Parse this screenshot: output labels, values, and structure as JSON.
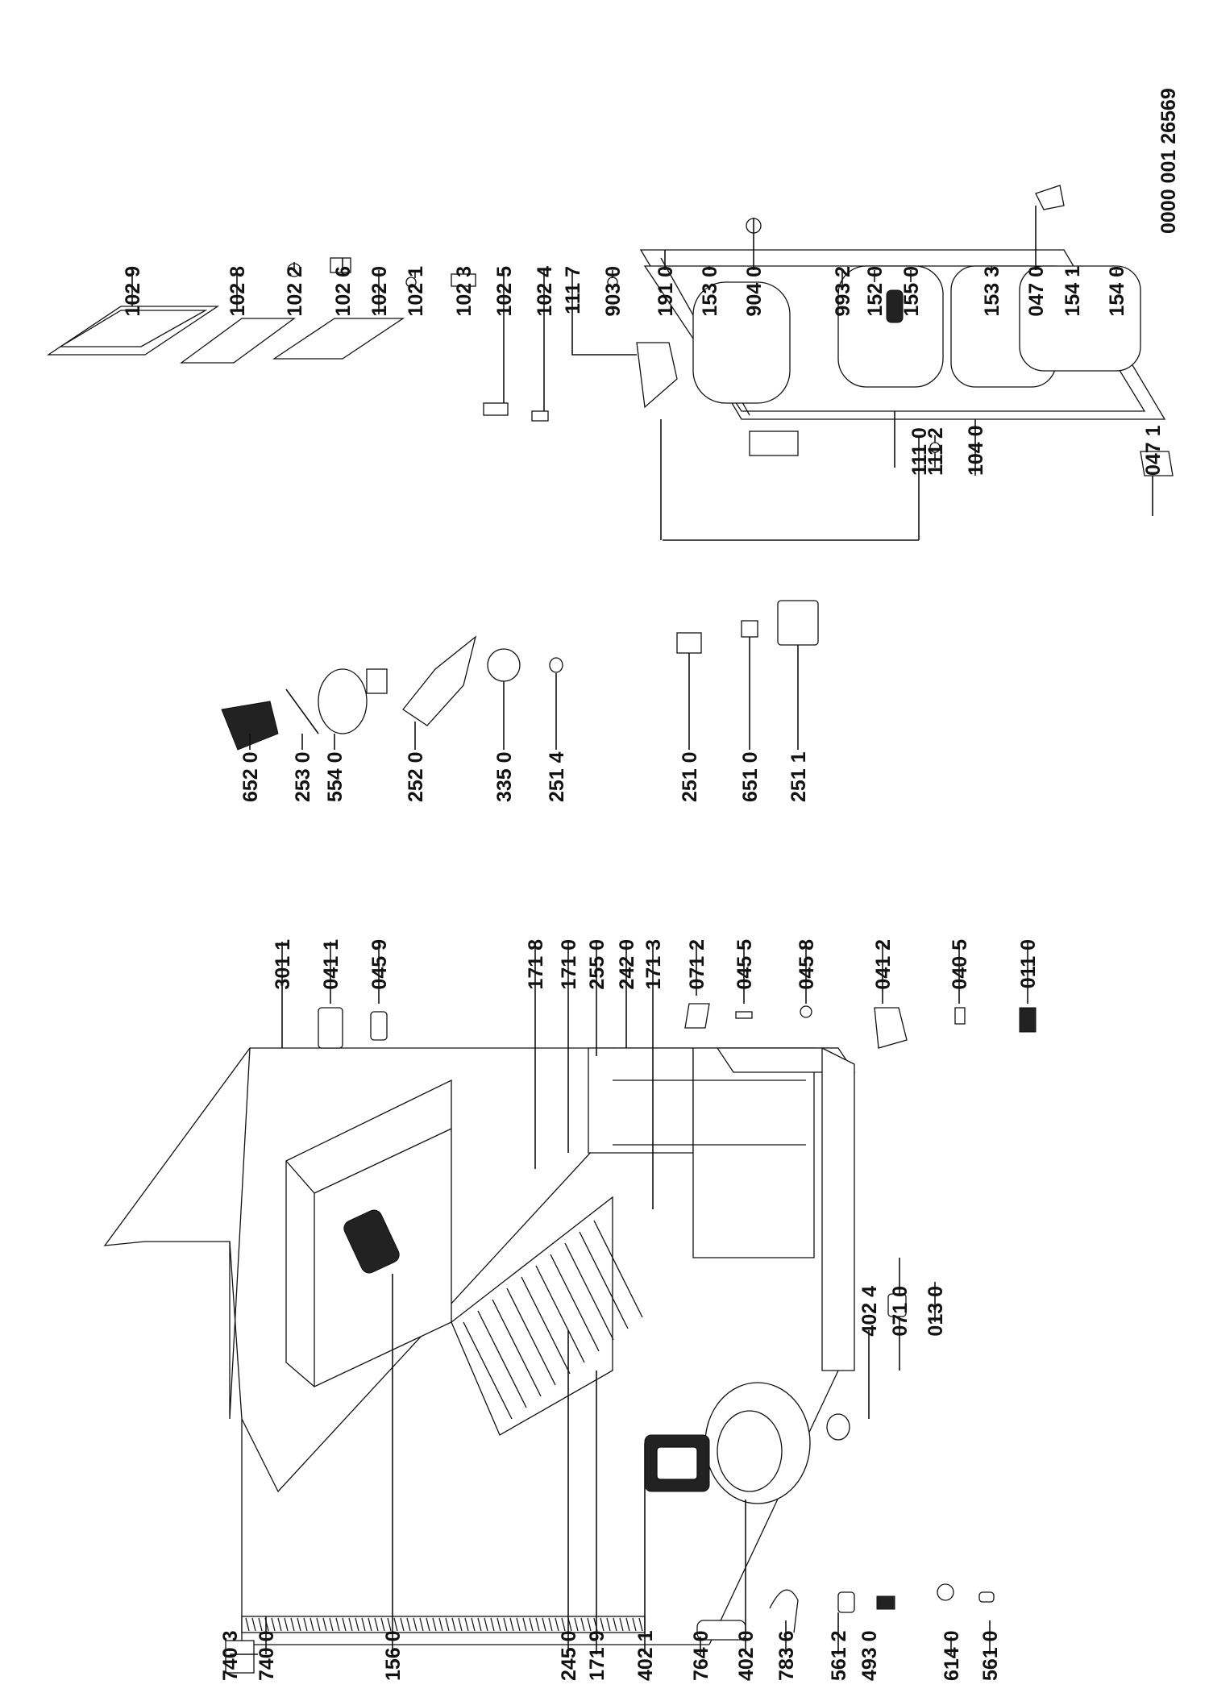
{
  "drawing_code": "0000 001 26569",
  "labels": {
    "left": [
      "740 3",
      "740 0",
      "156 0",
      "245 0",
      "171 9",
      "402 1",
      "764 0",
      "402 0",
      "783 6",
      "561 2",
      "493 0",
      "614 0",
      "561 0"
    ],
    "right": [
      "301 1",
      "041 1",
      "045 9",
      "171 8",
      "171 0",
      "255 0",
      "242 0",
      "171 3",
      "071 2",
      "045 5",
      "045 8",
      "041 2",
      "040 5",
      "011 0"
    ],
    "bottom": [
      "402 4",
      "071 0",
      "013 0"
    ],
    "middle": [
      "652 0",
      "253 0",
      "554 0",
      "252 0",
      "335 0",
      "251 4",
      "251 0",
      "651 0",
      "251 1"
    ],
    "top": [
      "102 9",
      "102 8",
      "102 2",
      "102 6",
      "102 0",
      "102 1",
      "102 3",
      "102 5",
      "102 4",
      "111 7",
      "903 0",
      "191 0",
      "153 0",
      "904 0",
      "993 2",
      "152 0",
      "155 0",
      "153 3",
      "047 0",
      "154 1",
      "154 0"
    ],
    "door_bottom": [
      "111 0",
      "111 2",
      "104 0",
      "047 1"
    ]
  }
}
